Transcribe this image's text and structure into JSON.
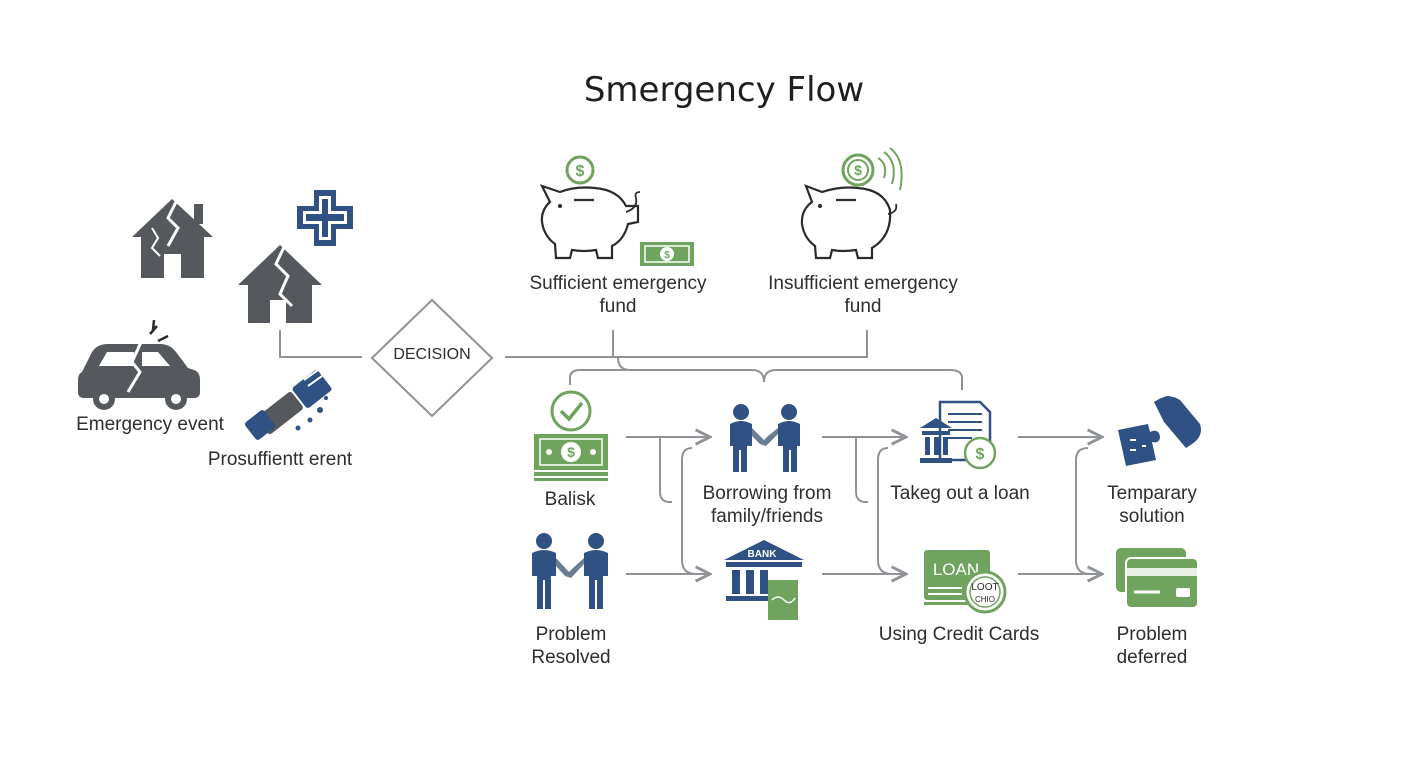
{
  "title": "Smergency Flow",
  "colors": {
    "slate": "#55595e",
    "navy": "#2f5183",
    "green": "#6fa35e",
    "line": "#8f9296",
    "text": "#2e2e2e"
  },
  "decision": {
    "label": "DECISION"
  },
  "nodes": {
    "emergency_event": {
      "label": "Emergency event",
      "icon": "damaged-car-icon"
    },
    "secondary_event": {
      "label": "Prosuffientt erent",
      "icon": "syringe-icon"
    },
    "houses": {
      "icons": [
        "damaged-house-icon",
        "medical-cross-house-icon"
      ]
    },
    "sufficient_fund": {
      "label": "Sufficient emergency\nfund",
      "icon": "piggy-bank-cash-icon"
    },
    "insufficient_fund": {
      "label": "Insufficient emergency\nfund",
      "icon": "piggy-bank-coin-icon"
    },
    "balisk": {
      "label": "Balisk",
      "icon": "cash-check-icon"
    },
    "problem_resolved": {
      "label": "Problem\nResolved",
      "icon": "handshake-people-icon"
    },
    "borrowing": {
      "label": "Borrowing from\nfamily/friends",
      "icon": "handshake-people-icon"
    },
    "bank": {
      "label": "",
      "icon": "bank-icon",
      "sign": "BANK"
    },
    "taking_loan": {
      "label": "Takeg out a loan",
      "icon": "loan-document-icon"
    },
    "credit_cards": {
      "label": "Using Credit Cards",
      "icon": "loan-card-icon",
      "card_text": "LOAN",
      "coin_text": "LOOT\nCHIO"
    },
    "temporary": {
      "label": "Temparary\nsolution",
      "icon": "puzzle-bandage-icon"
    },
    "deferred": {
      "label": "Problem\ndeferred",
      "icon": "credit-cards-icon"
    }
  }
}
